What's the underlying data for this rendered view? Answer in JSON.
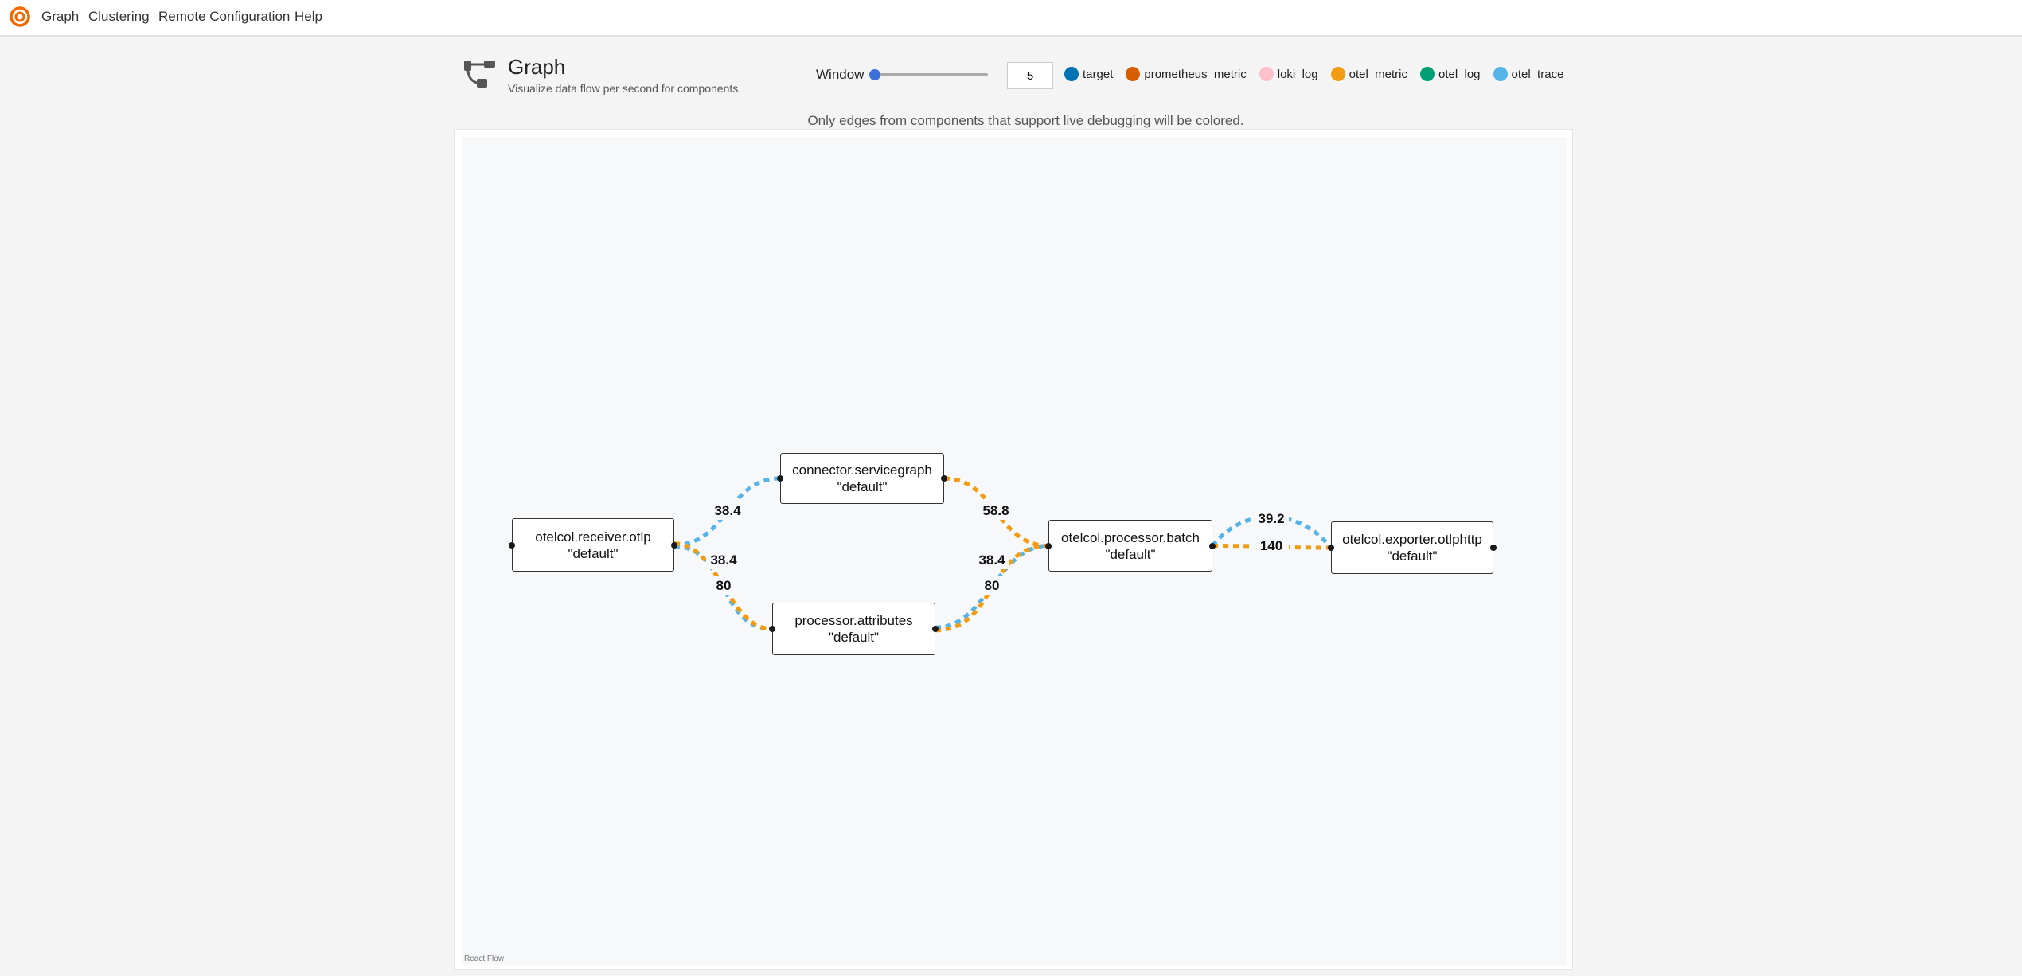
{
  "nav": {
    "items": [
      {
        "label": "Graph"
      },
      {
        "label": "Clustering"
      },
      {
        "label": "Remote Configuration"
      },
      {
        "label": "Help"
      }
    ],
    "logo_color": "#f46800"
  },
  "header": {
    "title": "Graph",
    "subtitle": "Visualize data flow per second for components.",
    "icon": "graph-icon"
  },
  "window": {
    "label": "Window",
    "value": "5",
    "slider_level": 0.0
  },
  "legend": [
    {
      "label": "target",
      "color": "#0072b2"
    },
    {
      "label": "prometheus_metric",
      "color": "#d55e00"
    },
    {
      "label": "loki_log",
      "color": "#ffc0cb"
    },
    {
      "label": "otel_metric",
      "color": "#f39c12"
    },
    {
      "label": "otel_log",
      "color": "#009e73"
    },
    {
      "label": "otel_trace",
      "color": "#56b4e9"
    }
  ],
  "note": "Only edges from components that support live debugging will be colored.",
  "attribution": "React Flow",
  "nodes": [
    {
      "id": "receiver",
      "name": "otelcol.receiver.otlp",
      "label": "\"default\""
    },
    {
      "id": "servicegraph",
      "name": "connector.servicegraph",
      "label": "\"default\""
    },
    {
      "id": "attributes",
      "name": "processor.attributes",
      "label": "\"default\""
    },
    {
      "id": "batch",
      "name": "otelcol.processor.batch",
      "label": "\"default\""
    },
    {
      "id": "exporter",
      "name": "otelcol.exporter.otlphttp",
      "label": "\"default\""
    }
  ],
  "edges": [
    {
      "source": "receiver",
      "target": "servicegraph",
      "type": "otel_trace",
      "value": "38.4"
    },
    {
      "source": "receiver",
      "target": "attributes",
      "type": "otel_trace",
      "value": "38.4"
    },
    {
      "source": "receiver",
      "target": "attributes",
      "type": "otel_metric",
      "value": "80"
    },
    {
      "source": "servicegraph",
      "target": "batch",
      "type": "otel_metric",
      "value": "58.8"
    },
    {
      "source": "attributes",
      "target": "batch",
      "type": "otel_trace",
      "value": "38.4"
    },
    {
      "source": "attributes",
      "target": "batch",
      "type": "otel_metric",
      "value": "80"
    },
    {
      "source": "batch",
      "target": "exporter",
      "type": "otel_trace",
      "value": "39.2"
    },
    {
      "source": "batch",
      "target": "exporter",
      "type": "otel_metric",
      "value": "140"
    }
  ]
}
